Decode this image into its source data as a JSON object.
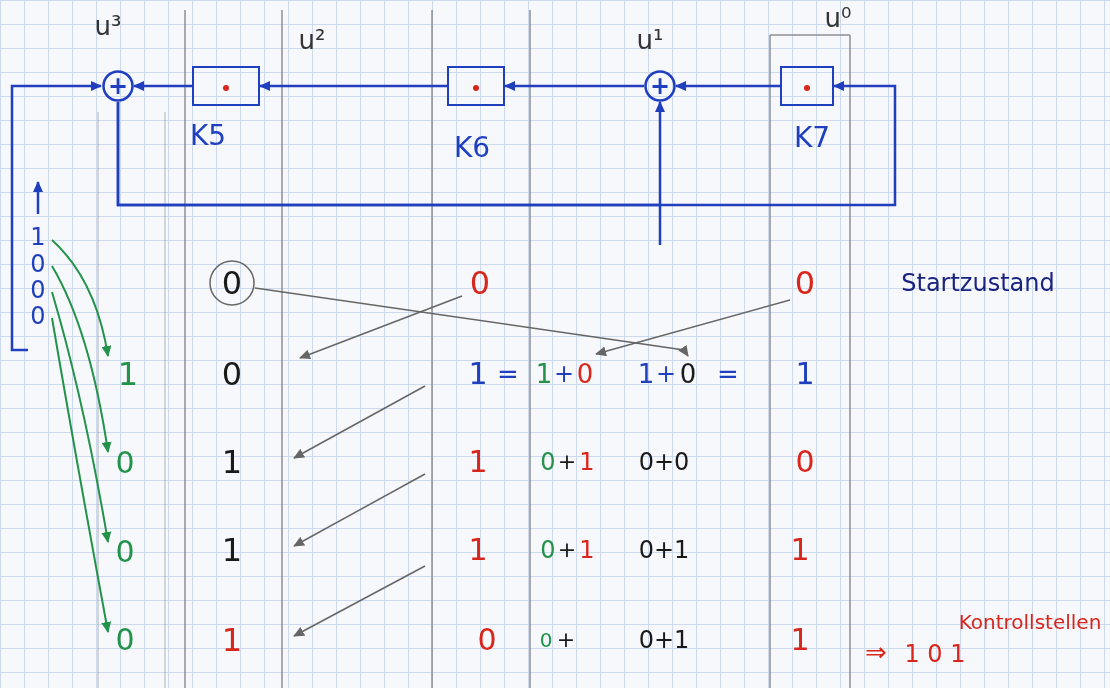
{
  "diagram": {
    "nodes": [
      {
        "text": [
          "+"
        ]
      },
      {
        "text": [
          "K5"
        ]
      },
      {
        "text": [
          "K6"
        ]
      },
      {
        "text": [
          "+"
        ]
      },
      {
        "text": [
          "K7"
        ]
      }
    ],
    "edges": [
      {
        "from": 4,
        "to": 3,
        "arrow": "to"
      },
      {
        "from": 3,
        "to": 2,
        "arrow": "to"
      },
      {
        "from": 2,
        "to": 1,
        "arrow": "to"
      },
      {
        "from": 1,
        "to": 0,
        "arrow": "to"
      },
      {
        "from": 0,
        "to": 4,
        "arrow": "to"
      },
      {
        "from": 0,
        "to": 3,
        "arrow": "to"
      }
    ],
    "labels": [
      "u³",
      "u²",
      "u¹",
      "u⁰",
      "1",
      "0",
      "0",
      "0",
      "Startzustand",
      "0",
      "0",
      "0",
      "1",
      "0",
      "1",
      "=",
      "1",
      "+",
      "0",
      "1",
      "+",
      "0",
      "=",
      "1",
      "0",
      "1",
      "1",
      "0",
      "+",
      "1",
      "0+0",
      "0",
      "0",
      "1",
      "1",
      "0",
      "+",
      "1",
      "0+1",
      "1",
      "0",
      "1",
      "0",
      "0",
      "+",
      "0+1",
      "1",
      "Kontrollstellen",
      "⇒",
      "1 0 1"
    ]
  }
}
